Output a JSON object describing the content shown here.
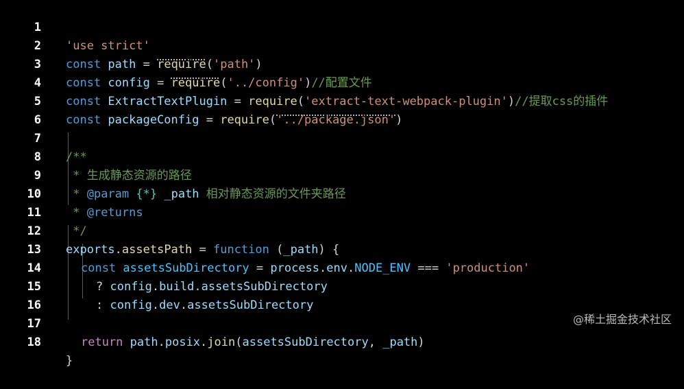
{
  "lines": [
    {
      "n": "1"
    },
    {
      "n": "2"
    },
    {
      "n": "3"
    },
    {
      "n": "4"
    },
    {
      "n": "5"
    },
    {
      "n": "6"
    },
    {
      "n": "7"
    },
    {
      "n": "8"
    },
    {
      "n": "9"
    },
    {
      "n": "10"
    },
    {
      "n": "11"
    },
    {
      "n": "12"
    },
    {
      "n": "13"
    },
    {
      "n": "14"
    },
    {
      "n": "15"
    },
    {
      "n": "16"
    },
    {
      "n": "17"
    },
    {
      "n": "18"
    }
  ],
  "tokens": {
    "l1": [
      "'use strict'"
    ],
    "l2": [
      "const",
      " path",
      " = ",
      "require",
      "(",
      "'path'",
      ")"
    ],
    "l3": [
      "const",
      " config",
      " = ",
      "require",
      "(",
      "'../config'",
      ")",
      "//配置文件"
    ],
    "l4": [
      "const",
      " ExtractTextPlugin",
      " = ",
      "require",
      "(",
      "'extract-text-webpack-plugin'",
      ")",
      "//提取css的插件"
    ],
    "l5": [
      "const",
      " packageConfig",
      " = ",
      "require",
      "(",
      "'../package.json'",
      ")"
    ],
    "l7": [
      "/**"
    ],
    "l8": [
      " * 生成静态资源的路径"
    ],
    "l9": [
      " * ",
      "@param",
      " ",
      "{*}",
      " ",
      "_path",
      " 相对静态资源的文件夹路径"
    ],
    "l10": [
      " * ",
      "@returns"
    ],
    "l11": [
      " */"
    ],
    "l12": [
      "exports",
      ".",
      "assetsPath",
      " = ",
      "function",
      " (",
      "_path",
      ") {"
    ],
    "l13": [
      "const",
      " assetsSubDirectory",
      " = ",
      "process",
      ".",
      "env",
      ".",
      "NODE_ENV",
      " === ",
      "'production'"
    ],
    "l14": [
      "? ",
      "config",
      ".",
      "build",
      ".",
      "assetsSubDirectory"
    ],
    "l15": [
      ": ",
      "config",
      ".",
      "dev",
      ".",
      "assetsSubDirectory"
    ],
    "l17": [
      "return",
      " path",
      ".",
      "posix",
      ".",
      "join",
      "(",
      "assetsSubDirectory",
      ", ",
      "_path",
      ")"
    ],
    "l18": [
      "}"
    ]
  },
  "watermark": "@稀土掘金技术社区"
}
